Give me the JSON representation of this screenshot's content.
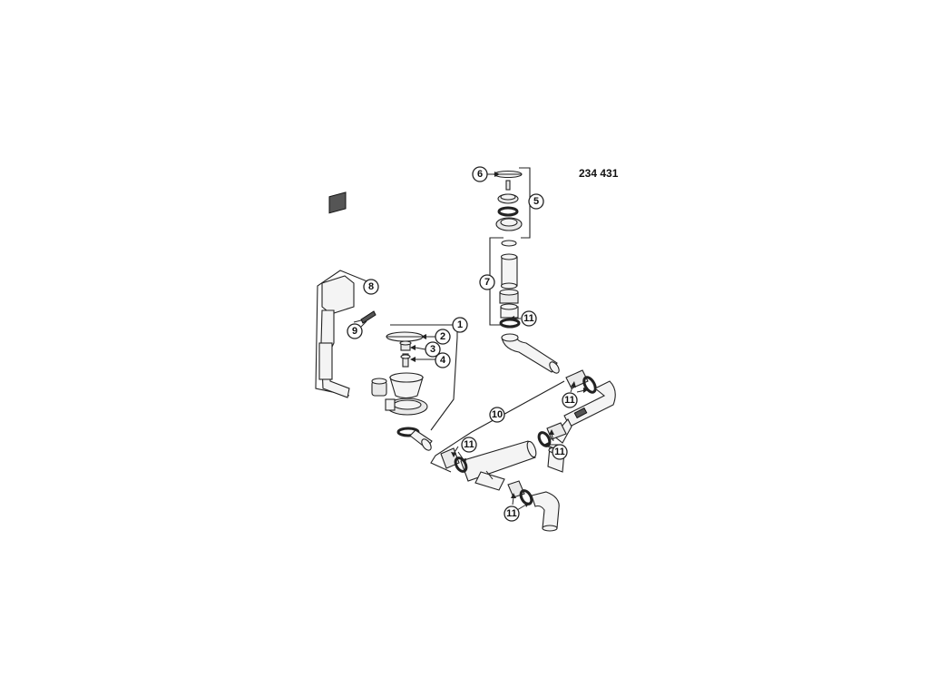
{
  "drawing_code": "234 431",
  "callouts": {
    "c1": "1",
    "c2": "2",
    "c3": "3",
    "c4": "4",
    "c5": "5",
    "c6": "6",
    "c7": "7",
    "c8": "8",
    "c9": "9",
    "c10": "10",
    "c11": "11"
  }
}
